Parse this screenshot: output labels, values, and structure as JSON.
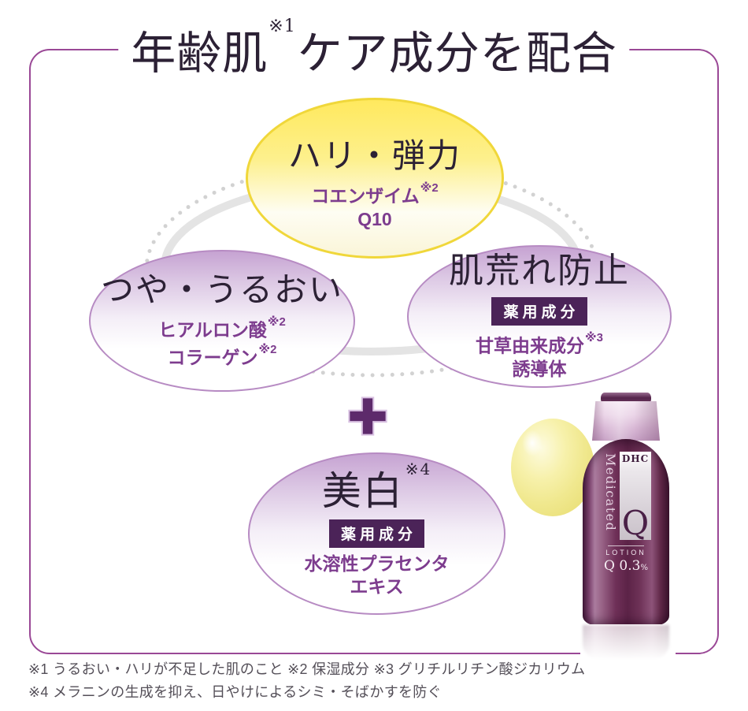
{
  "title": {
    "part1": "年齢肌",
    "sup1": "※1",
    "part2": "ケア成分を配合"
  },
  "bubbles": {
    "firmness": {
      "heading": "ハリ・弾力",
      "line1": "コエンザイム",
      "line1_sup": "※2",
      "line2": "Q10"
    },
    "moisture": {
      "heading": "つや・うるおい",
      "line1": "ヒアルロン酸",
      "line1_sup": "※2",
      "line2": "コラーゲン",
      "line2_sup": "※2"
    },
    "anti_roughness": {
      "heading": "肌荒れ防止",
      "badge": "薬用成分",
      "line1": "甘草由来成分",
      "line1_sup": "※3",
      "line2": "誘導体"
    },
    "whitening": {
      "heading": "美白",
      "heading_sup": "※4",
      "badge": "薬用成分",
      "line1": "水溶性プラセンタ",
      "line2": "エキス"
    }
  },
  "product": {
    "brand": "DHC",
    "range": "Medicated",
    "initial": "Q",
    "type": "LOTION",
    "strength": "Q 0.3",
    "strength_unit": "%"
  },
  "footnotes": {
    "line1": "※1 うるおい・ハリが不足した肌のこと ※2 保湿成分 ※3 グリチルリチン酸ジカリウム",
    "line2": "※4 メラニンの生成を抑え、日やけによるシミ・そばかすを防ぐ"
  },
  "colors": {
    "frame_border": "#9a4896",
    "heading_text": "#2c2135",
    "ingredient_text": "#7d3c8e",
    "badge_bg": "#4b2358",
    "plus_sign": "#5d2a6b",
    "yellow_bubble_border": "#f0d73a",
    "purple_bubble_border": "#b78bc3",
    "ring_gray": "#e4e4e4"
  }
}
